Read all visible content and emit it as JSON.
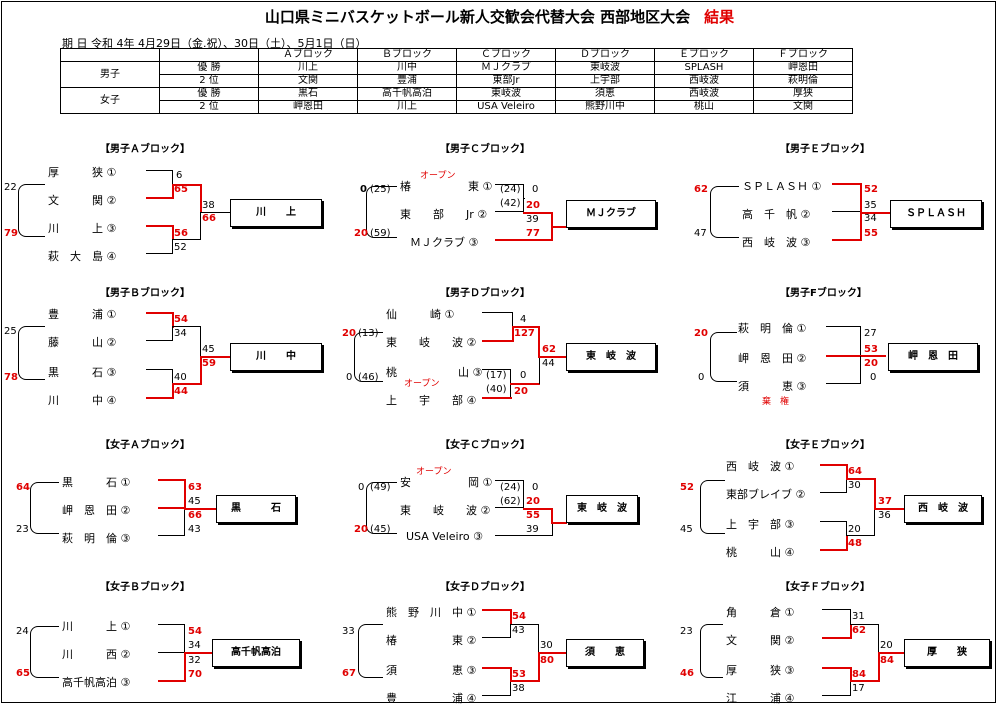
{
  "title": "山口県ミニバスケットボール新人交歓会代替大会 西部地区大会",
  "result_label": "結果",
  "date_line": "期 日 令和 4年 4月29日（金.祝）、30日（土）、5月1日（日）",
  "summary": {
    "headers": [
      "Ａブロック",
      "Ｂブロック",
      "Ｃブロック",
      "Ｄブロック",
      "Ｅブロック",
      "Ｆブロック"
    ],
    "rows": [
      {
        "group": "男子",
        "rank": "優 勝",
        "teams": [
          "川上",
          "川中",
          "ＭＪクラブ",
          "東岐波",
          "SPLASH",
          "岬恩田"
        ]
      },
      {
        "group": "",
        "rank": "2 位",
        "teams": [
          "文関",
          "豊浦",
          "東部Jr",
          "上宇部",
          "西岐波",
          "萩明倫"
        ]
      },
      {
        "group": "女子",
        "rank": "優 勝",
        "teams": [
          "黒石",
          "高千帆高泊",
          "東岐波",
          "須恵",
          "西岐波",
          "厚狭"
        ]
      },
      {
        "group": "",
        "rank": "2 位",
        "teams": [
          "岬恩田",
          "川上",
          "USA Veleiro",
          "熊野川中",
          "桃山",
          "文関"
        ]
      }
    ]
  },
  "blocks": {
    "bA": {
      "title": "【男子Ａブロック】",
      "winner": "川　　上",
      "teams": [
        "厚　　　狭 ①",
        "文　　　関 ②",
        "川　　　上 ③",
        "萩　大　島 ④"
      ],
      "scores": {
        "s1": "6",
        "s2": "65",
        "s3": "56",
        "s4": "52",
        "f1": "38",
        "f2": "66",
        "o1": "22",
        "o2": "79"
      }
    },
    "bB": {
      "title": "【男子Ｂブロック】",
      "winner": "川　　中",
      "teams": [
        "豊　　　浦 ①",
        "藤　　　山 ②",
        "黒　　　石 ③",
        "川　　　中 ④"
      ],
      "scores": {
        "s1": "54",
        "s2": "34",
        "s3": "40",
        "s4": "44",
        "f1": "45",
        "f2": "59",
        "o1": "25",
        "o2": "78"
      }
    },
    "bC": {
      "title": "【男子Ｃブロック】",
      "winner": "ＭＪクラブ",
      "teams": [
        "椿",
        "東 ①",
        "東　　部　　Jr ②",
        "ＭＪクラブ ③"
      ],
      "note": "オープン",
      "scores": {
        "p1": "(25)",
        "p2": "(59)",
        "q1": "(24)",
        "q2": "(42)",
        "z1": "0",
        "f1": "39",
        "f2": "20",
        "f3": "77",
        "o1": "0",
        "o2": "20"
      }
    },
    "bD": {
      "title": "【男子Ｄブロック】",
      "winner": "東　岐　波",
      "teams": [
        "仙　　　崎 ①",
        "東　　岐　　波 ②",
        "桃",
        "山 ③",
        "上　　宇　　部 ④"
      ],
      "note": "オープン",
      "scores": {
        "s1": "4",
        "s2": "127",
        "p1": "(13)",
        "p2": "(46)",
        "q1": "(17)",
        "q2": "(40)",
        "z1": "0",
        "s4": "20",
        "f1": "62",
        "f2": "44",
        "o1": "20",
        "o2": "0"
      }
    },
    "bE": {
      "title": "【男子Ｅブロック】",
      "winner": "ＳＰＬＡＳＨ",
      "teams": [
        "ＳＰＬＡＳＨ ①",
        "高　千　帆 ②",
        "西　岐　波 ③"
      ],
      "scores": {
        "s1": "52",
        "s2": "34",
        "s3": "55",
        "f1": "35",
        "o1": "62",
        "o2": "47"
      }
    },
    "bF": {
      "title": "【男子Fブロック】",
      "winner": "岬　恩　田",
      "teams": [
        "萩　明　倫 ①",
        "岬　恩　田 ②",
        "須　　　恵 ③"
      ],
      "note": "棄　権",
      "scores": {
        "s1": "27",
        "s2": "53",
        "s3": "20",
        "s4": "0",
        "o1": "20",
        "o2": "0"
      }
    },
    "gA": {
      "title": "【女子Ａブロック】",
      "winner": "黒　　　石",
      "teams": [
        "黒　　　石 ①",
        "岬　恩　田 ②",
        "萩　明　倫 ③"
      ],
      "scores": {
        "s1": "63",
        "s2": "45",
        "s3": "66",
        "s4": "43",
        "o1": "64",
        "o2": "23"
      }
    },
    "gB": {
      "title": "【女子Ｂブロック】",
      "winner": "高千帆高泊",
      "teams": [
        "川　　　上 ①",
        "川　　　西 ②",
        "高千帆高泊 ③"
      ],
      "scores": {
        "s1": "54",
        "s2": "34",
        "s3": "32",
        "s4": "70",
        "o1": "24",
        "o2": "65"
      }
    },
    "gC": {
      "title": "【女子Ｃブロック】",
      "winner": "東　岐　波",
      "teams": [
        "安",
        "岡 ①",
        "東　　岐　　波 ②",
        "USA Veleiro ③"
      ],
      "note": "オープン",
      "scores": {
        "p1": "(49)",
        "p2": "(45)",
        "q1": "(24)",
        "q2": "(62)",
        "z1": "0",
        "f1": "20",
        "f2": "55",
        "f3": "39",
        "o1": "0",
        "o2": "20"
      }
    },
    "gD": {
      "title": "【女子Ｄブロック】",
      "winner": "須　　恵",
      "teams": [
        "熊　野　川　中 ①",
        "椿　　　　　東 ②",
        "須　　　　　恵 ③",
        "豊　　　　　浦 ④"
      ],
      "scores": {
        "s1": "54",
        "s2": "43",
        "s3": "53",
        "s4": "38",
        "f1": "30",
        "f2": "80",
        "o1": "33",
        "o2": "67"
      }
    },
    "gE": {
      "title": "【女子Ｅブロック】",
      "winner": "西　岐　波",
      "teams": [
        "西　岐　波 ①",
        "東部ブレイブ ②",
        "上　宇　部 ③",
        "桃　　　山 ④"
      ],
      "scores": {
        "s1": "64",
        "s2": "30",
        "s3": "20",
        "s4": "48",
        "f1": "37",
        "f2": "36",
        "o1": "52",
        "o2": "45"
      }
    },
    "gF": {
      "title": "【女子Ｆブロック】",
      "winner": "厚　　狭",
      "teams": [
        "角　　　倉 ①",
        "文　　　関 ②",
        "厚　　　狭 ③",
        "江　　　浦 ④"
      ],
      "scores": {
        "s1": "31",
        "s2": "62",
        "s3": "84",
        "s4": "17",
        "f1": "20",
        "f2": "84",
        "o1": "23",
        "o2": "46"
      }
    }
  }
}
